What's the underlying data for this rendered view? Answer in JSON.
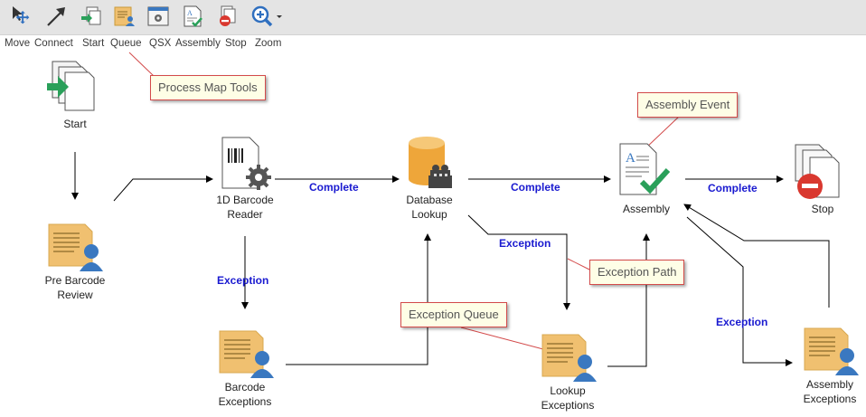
{
  "toolbar": {
    "labels": {
      "move": "Move",
      "connect": "Connect",
      "start": "Start",
      "queue": "Queue",
      "qsx": "QSX",
      "assembly": "Assembly",
      "stop": "Stop",
      "zoom": "Zoom"
    },
    "icons": {
      "move": "move-arrows-icon",
      "connect": "connect-arrow-icon",
      "start": "start-icon",
      "queue": "queue-icon",
      "qsx": "qsx-icon",
      "assembly": "assembly-icon",
      "stop": "stop-icon",
      "zoom": "zoom-icon"
    }
  },
  "nodes": {
    "start": "Start",
    "pre_barcode_l1": "Pre Barcode",
    "pre_barcode_l2": "Review",
    "barcode_reader_l1": "1D Barcode",
    "barcode_reader_l2": "Reader",
    "database_l1": "Database",
    "database_l2": "Lookup",
    "assembly": "Assembly",
    "stop": "Stop",
    "barcode_exc_l1": "Barcode",
    "barcode_exc_l2": "Exceptions",
    "lookup_exc_l1": "Lookup",
    "lookup_exc_l2": "Exceptions",
    "assembly_exc_l1": "Assembly",
    "assembly_exc_l2": "Exceptions"
  },
  "edges": {
    "complete_1": "Complete",
    "complete_2": "Complete",
    "complete_3": "Complete",
    "exception_1": "Exception",
    "exception_2": "Exception",
    "exception_3": "Exception"
  },
  "callouts": {
    "process_map_tools": "Process Map Tools",
    "assembly_event": "Assembly Event",
    "exception_path": "Exception Path",
    "exception_queue": "Exception Queue"
  },
  "colors": {
    "edge_label": "#1a1ad0",
    "callout_border": "#d34a4a",
    "callout_bg": "#fefee6",
    "queue_doc": "#f0c070",
    "person": "#3a78c0",
    "check": "#2aa05a",
    "stop": "#d9382f"
  }
}
